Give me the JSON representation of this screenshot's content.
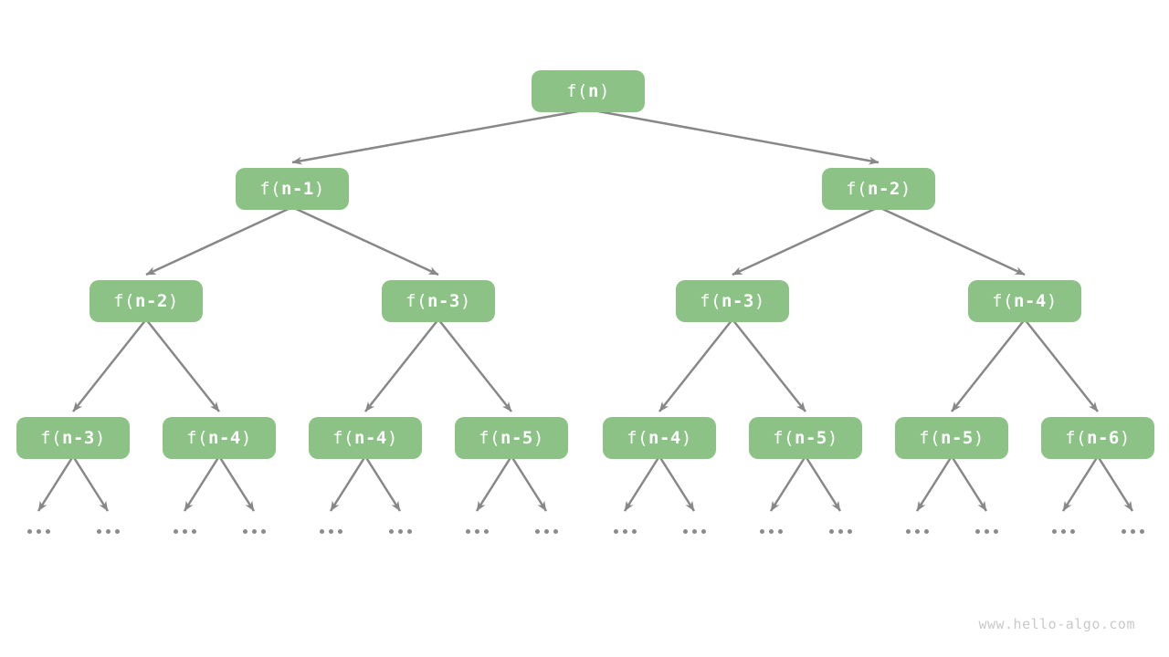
{
  "diagram": {
    "type": "recursion-tree",
    "watermark": "www.hello-algo.com",
    "ellipsis": "...",
    "colors": {
      "node_fill": "#8CC286",
      "node_text": "#FFFFFF",
      "edge": "#888888",
      "ellipsis_dot": "#8A8A8A",
      "watermark_text": "#C9C9C9",
      "background": "#FFFFFF"
    },
    "nodes": [
      {
        "id": "n0",
        "pre": "f(",
        "arg": "n",
        "post": ")",
        "level": 0
      },
      {
        "id": "n1",
        "pre": "f(",
        "arg": "n-1",
        "post": ")",
        "level": 1
      },
      {
        "id": "n2",
        "pre": "f(",
        "arg": "n-2",
        "post": ")",
        "level": 1
      },
      {
        "id": "n3",
        "pre": "f(",
        "arg": "n-2",
        "post": ")",
        "level": 2
      },
      {
        "id": "n4",
        "pre": "f(",
        "arg": "n-3",
        "post": ")",
        "level": 2
      },
      {
        "id": "n5",
        "pre": "f(",
        "arg": "n-3",
        "post": ")",
        "level": 2
      },
      {
        "id": "n6",
        "pre": "f(",
        "arg": "n-4",
        "post": ")",
        "level": 2
      },
      {
        "id": "n7",
        "pre": "f(",
        "arg": "n-3",
        "post": ")",
        "level": 3
      },
      {
        "id": "n8",
        "pre": "f(",
        "arg": "n-4",
        "post": ")",
        "level": 3
      },
      {
        "id": "n9",
        "pre": "f(",
        "arg": "n-4",
        "post": ")",
        "level": 3
      },
      {
        "id": "n10",
        "pre": "f(",
        "arg": "n-5",
        "post": ")",
        "level": 3
      },
      {
        "id": "n11",
        "pre": "f(",
        "arg": "n-4",
        "post": ")",
        "level": 3
      },
      {
        "id": "n12",
        "pre": "f(",
        "arg": "n-5",
        "post": ")",
        "level": 3
      },
      {
        "id": "n13",
        "pre": "f(",
        "arg": "n-5",
        "post": ")",
        "level": 3
      },
      {
        "id": "n14",
        "pre": "f(",
        "arg": "n-6",
        "post": ")",
        "level": 3
      }
    ],
    "edges": [
      [
        "n0",
        "n1"
      ],
      [
        "n0",
        "n2"
      ],
      [
        "n1",
        "n3"
      ],
      [
        "n1",
        "n4"
      ],
      [
        "n2",
        "n5"
      ],
      [
        "n2",
        "n6"
      ],
      [
        "n3",
        "n7"
      ],
      [
        "n3",
        "n8"
      ],
      [
        "n4",
        "n9"
      ],
      [
        "n4",
        "n10"
      ],
      [
        "n5",
        "n11"
      ],
      [
        "n5",
        "n12"
      ],
      [
        "n6",
        "n13"
      ],
      [
        "n6",
        "n14"
      ]
    ],
    "leaves_with_ellipsis": [
      "n7",
      "n8",
      "n9",
      "n10",
      "n11",
      "n12",
      "n13",
      "n14"
    ]
  }
}
